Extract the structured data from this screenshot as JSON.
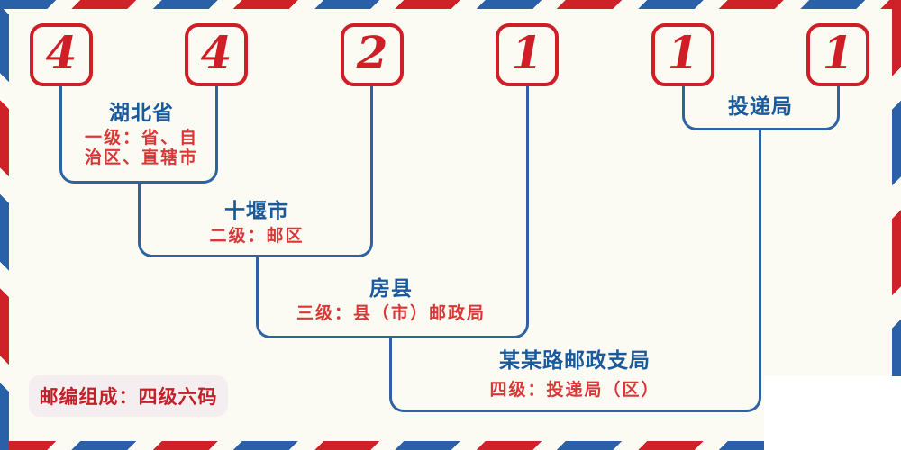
{
  "postal_code_digits": [
    "4",
    "4",
    "2",
    "1",
    "1",
    "1"
  ],
  "levels": [
    {
      "name": "湖北省",
      "desc": "一级：省、自\n治区、直辖市"
    },
    {
      "name": "十堰市",
      "desc": "二级：邮区"
    },
    {
      "name": "房县",
      "desc": "三级：县（市）邮政局"
    },
    {
      "name": "某某路邮政支局",
      "desc": "四级：投递局（区）"
    }
  ],
  "delivery_office_label": "投递局",
  "footer_badge": {
    "text": "邮编组成：四级六码"
  },
  "colors": {
    "stripe_red": "#cf2128",
    "stripe_blue": "#2a60a8",
    "connector_blue": "#2e62a0",
    "place_name_blue": "#1a5a9c",
    "level_desc_red": "#da3836",
    "digit_red": "#cf1e26",
    "badge_text_red": "#c32129",
    "badge_background": "#f5eef0",
    "page_background": "#fbfbf4"
  }
}
